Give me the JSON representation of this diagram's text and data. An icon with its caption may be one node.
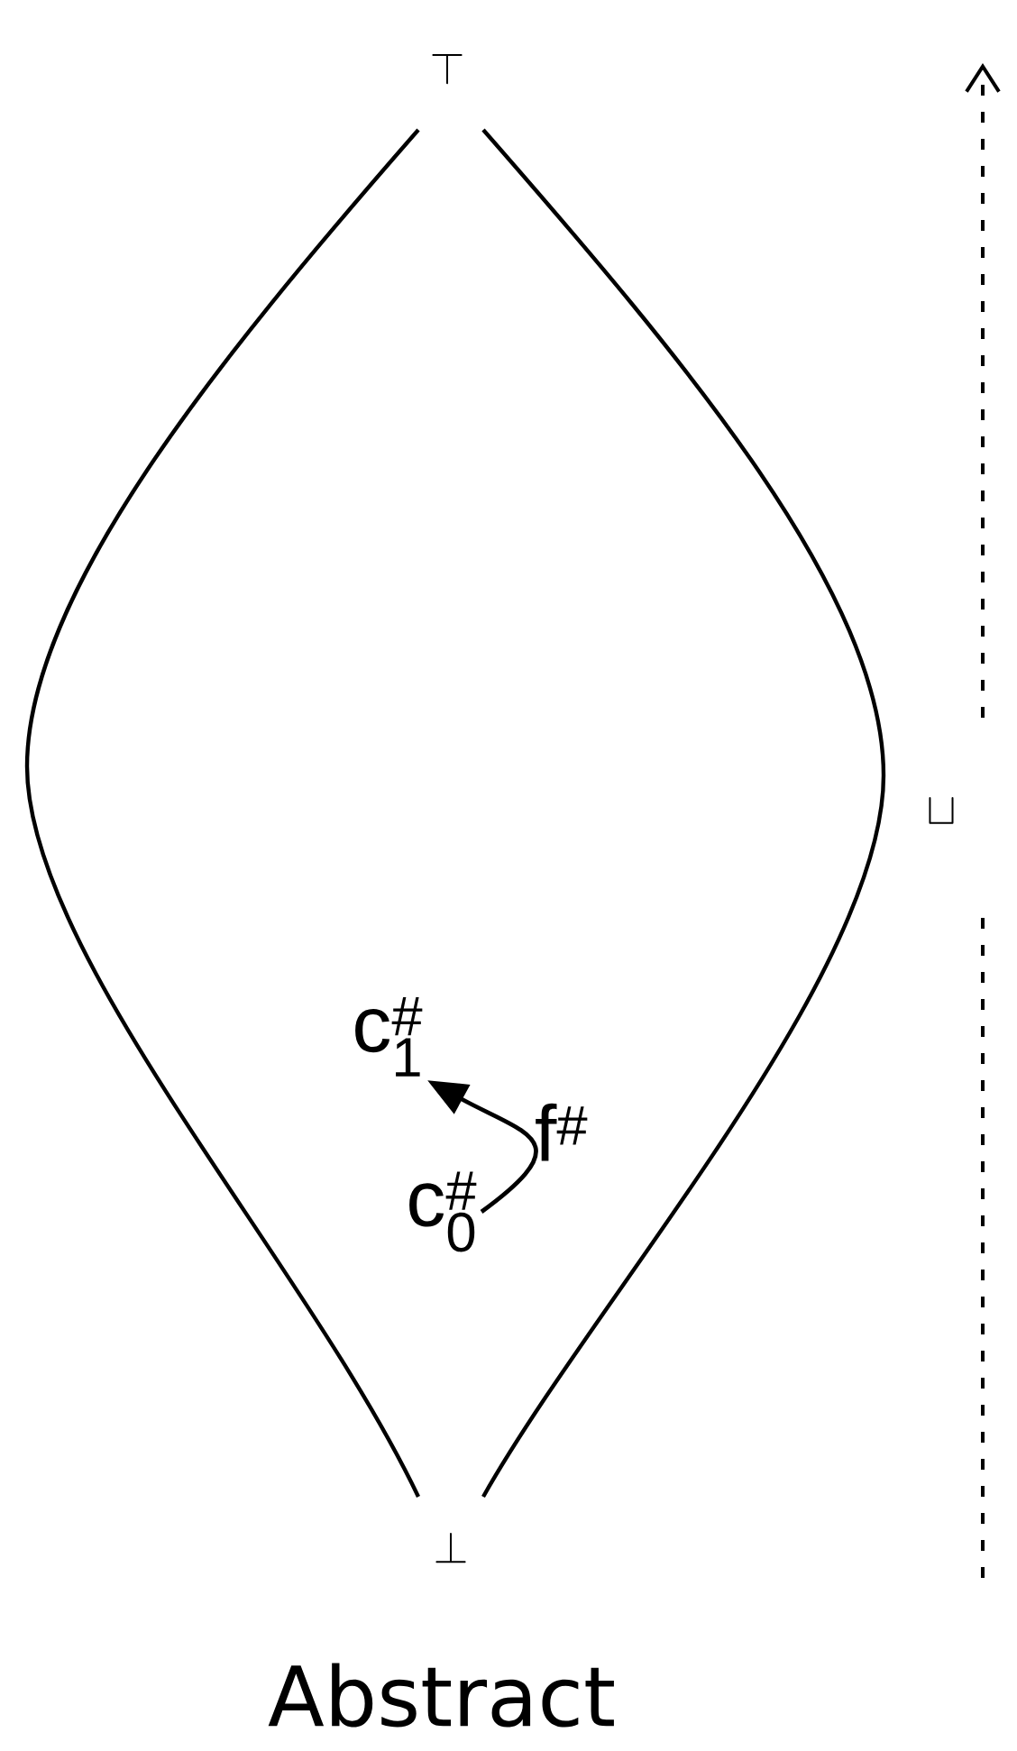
{
  "diagram": {
    "caption": "Abstract",
    "nodes": [
      {
        "text": [
          "\\top"
        ]
      },
      {
        "text": [
          "\\bot"
        ]
      },
      {
        "text": [
          "\\mathsf{c}_{\\mathsf{1}}^{\\#}"
        ]
      },
      {
        "text": [
          "\\mathsf{c}_{\\mathsf{0}}^{\\#}"
        ]
      }
    ],
    "edges": [
      {
        "from": 3,
        "to": 2,
        "arrow": "to",
        "label": "\\mathsf{f}^{\\#}"
      }
    ],
    "labels": [
      "\\sqcup"
    ]
  }
}
